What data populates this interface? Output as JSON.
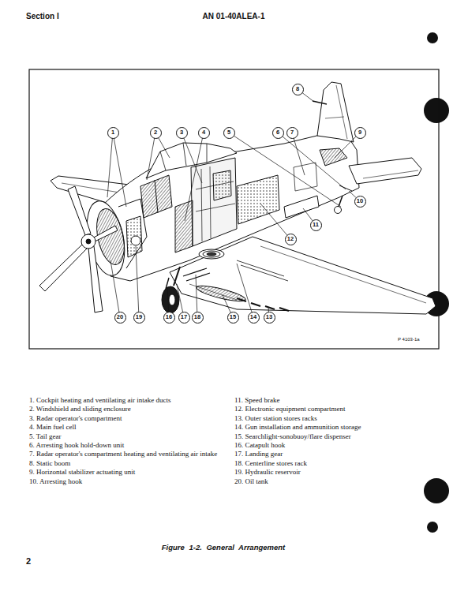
{
  "diagram": {
    "caption": "Figure 1-2. General Arrangement",
    "nodes": [
      {
        "text": [
          "1"
        ]
      },
      {
        "text": [
          "2"
        ]
      },
      {
        "text": [
          "3"
        ]
      },
      {
        "text": [
          "4"
        ]
      },
      {
        "text": [
          "5"
        ]
      },
      {
        "text": [
          "6"
        ]
      },
      {
        "text": [
          "7"
        ]
      },
      {
        "text": [
          "8"
        ]
      },
      {
        "text": [
          "9"
        ]
      },
      {
        "text": [
          "10"
        ]
      },
      {
        "text": [
          "11"
        ]
      },
      {
        "text": [
          "12"
        ]
      },
      {
        "text": [
          "13"
        ]
      },
      {
        "text": [
          "14"
        ]
      },
      {
        "text": [
          "15"
        ]
      },
      {
        "text": [
          "16"
        ]
      },
      {
        "text": [
          "17"
        ]
      },
      {
        "text": [
          "18"
        ]
      },
      {
        "text": [
          "19"
        ]
      },
      {
        "text": [
          "20"
        ]
      }
    ],
    "labels": [
      "Section I",
      "AN 01-40ALEA-1",
      "P 4103-1a",
      "1. Cockpit heating and ventilating air intake ducts",
      "2. Windshield and sliding enclosure",
      "3. Radar operator's compartment",
      "4. Main fuel cell",
      "5. Tail gear",
      "6. Arresting hook hold-down unit",
      "7. Radar operator's compartment heating and ventilating air intake",
      "8. Static boom",
      "9. Horizontal stabilizer actuating unit",
      "10. Arresting hook",
      "11. Speed brake",
      "12. Electronic equipment compartment",
      "13. Outer station stores racks",
      "14. Gun installation and ammunition storage",
      "15. Searchlight-sonobuoy/flare dispenser",
      "16. Catapult hook",
      "17. Landing gear",
      "18. Centerline stores rack",
      "19. Hydraulic reservoir",
      "20. Oil tank",
      "2"
    ]
  }
}
